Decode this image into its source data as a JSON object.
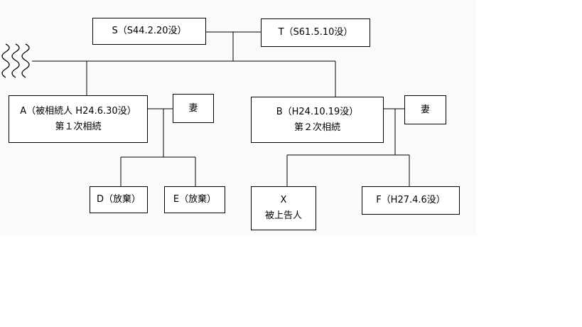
{
  "people": {
    "s": {
      "line1": "S（S44.2.20没）"
    },
    "t": {
      "line1": "T（S61.5.10没）"
    },
    "a": {
      "line1": "A（被相続人 H24.6.30没）",
      "line2": "第１次相続"
    },
    "a_wife": {
      "line1": "妻"
    },
    "b": {
      "line1": "B（H24.10.19没）",
      "line2": "第２次相続"
    },
    "b_wife": {
      "line1": "妻"
    },
    "d": {
      "line1": "D（放棄）"
    },
    "e": {
      "line1": "E（放棄）"
    },
    "x": {
      "line1": "X",
      "line2": "被上告人"
    },
    "f": {
      "line1": "F（H27.4.6没）"
    }
  }
}
